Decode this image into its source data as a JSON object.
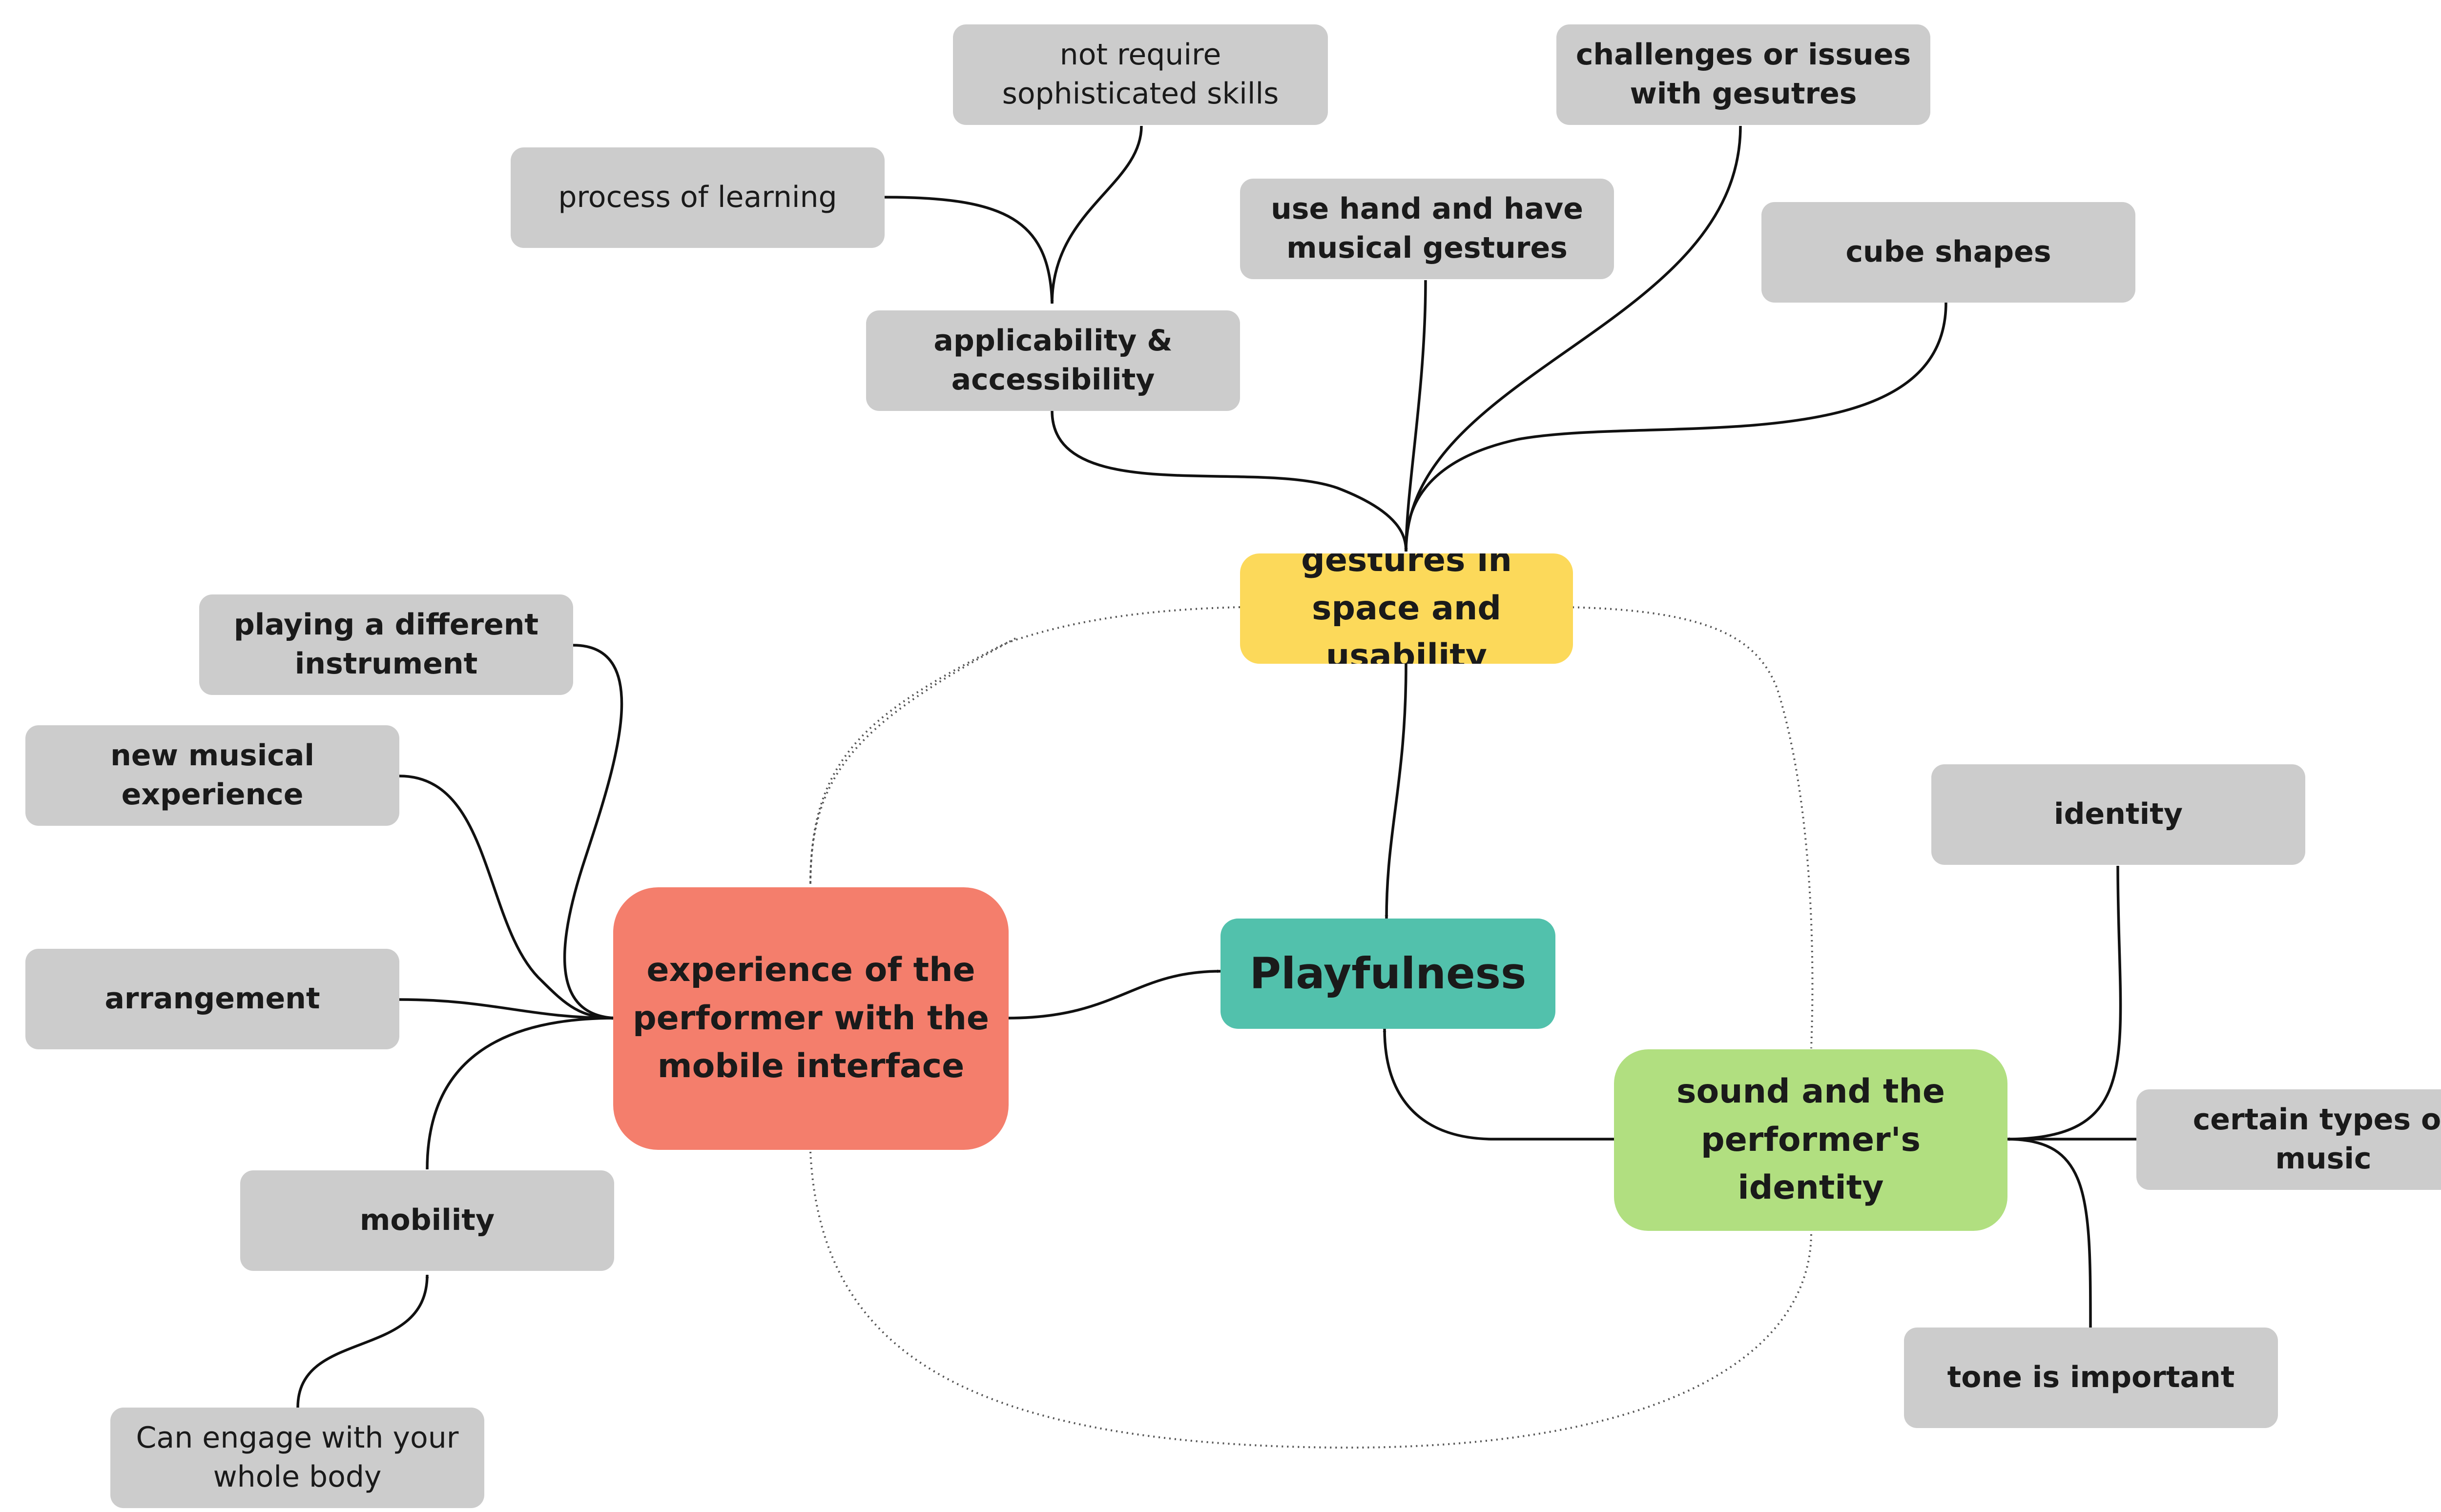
{
  "colors": {
    "central": "#52c1ac",
    "performer": "#f47e6c",
    "gestures": "#fcd95a",
    "sound": "#b1df80",
    "leaf": "#cccccc",
    "line": "#111111"
  },
  "nodes": {
    "center": "Playfulness",
    "performer": "experience of the performer with the mobile interface",
    "gestures": "gestures in space and usability",
    "sound": "sound and the performer's identity",
    "not_require": "not require sophisticated skills",
    "process_learning": "process of learning",
    "applicability": "applicability & accessibility",
    "use_hand": "use hand and have musical gestures",
    "challenges": "challenges or issues with gesutres",
    "cube": "cube shapes",
    "playing_instrument": "playing a different instrument",
    "new_experience": "new musical experience",
    "arrangement": "arrangement",
    "mobility": "mobility",
    "engage_body": "Can engage with your whole body",
    "identity": "identity",
    "certain_music": "certain types of music",
    "tone": "tone is important"
  }
}
